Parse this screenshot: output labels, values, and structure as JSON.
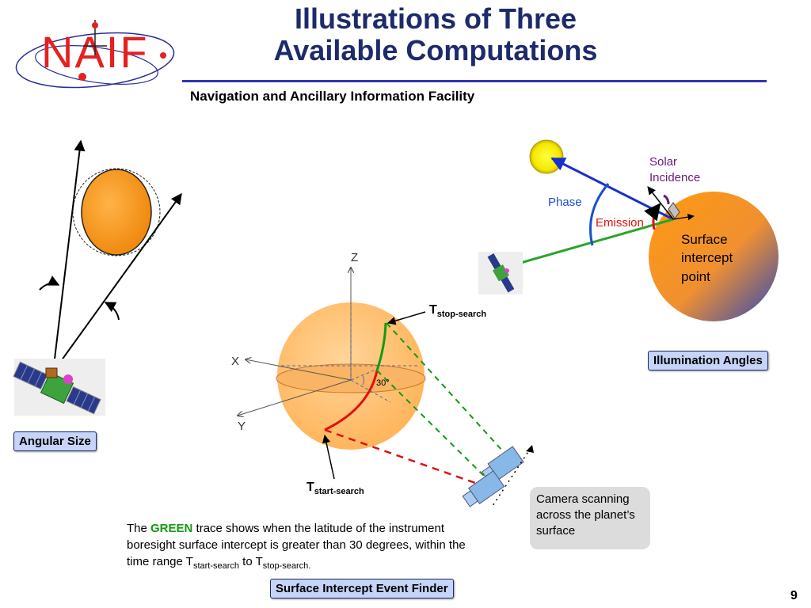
{
  "header": {
    "title_line1": "Illustrations of Three",
    "title_line2": "Available Computations",
    "subtitle": "Navigation and Ancillary Information Facility",
    "logo_text": "NAIF"
  },
  "angular_size": {
    "box_label": "Angular Size"
  },
  "illumination": {
    "solar_line1": "Solar",
    "solar_line2": "Incidence",
    "phase": "Phase",
    "emission": "Emission",
    "surface_line1": "Surface",
    "surface_line2": "intercept",
    "surface_line3": "point",
    "box_label": "Illumination Angles"
  },
  "event_finder": {
    "axis_z": "Z",
    "axis_x": "X",
    "axis_y": "Y",
    "angle_label": "30°",
    "t_stop_main": "T",
    "t_stop_sub": "stop-search",
    "t_start_main": "T",
    "t_start_sub": "start-search",
    "camera_note": "Camera scanning across the planet’s surface",
    "caption_prefix": "The ",
    "caption_green": "GREEN",
    "caption_mid": " trace shows when the latitude of the instrument boresight surface intercept is greater than 30 degrees, within the time range T",
    "caption_sub1": "start-search",
    "caption_to": " to T",
    "caption_sub2": "stop-search.",
    "box_label": "Surface Intercept Event Finder"
  },
  "colors": {
    "title": "#1d2b6b",
    "rule": "#3333b2",
    "planet_orange": "#f7931e",
    "trace_green": "#129a12",
    "trace_red": "#e01010",
    "phase_blue": "#1a4fd0",
    "solar_purple": "#6a1a7a",
    "box_fill": "#c6d4f7"
  },
  "page_number": "9"
}
